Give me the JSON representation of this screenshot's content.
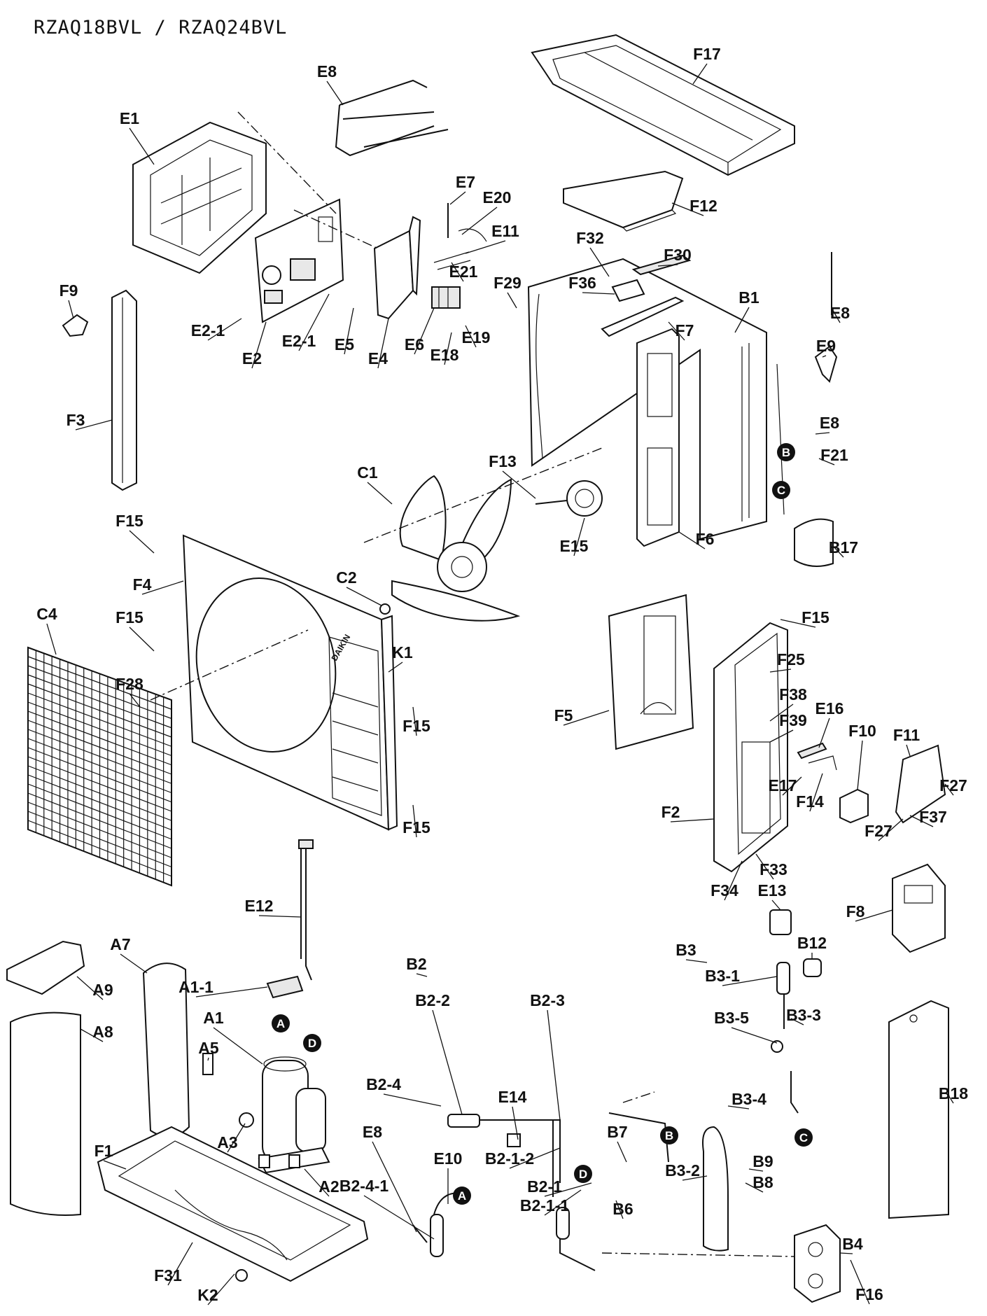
{
  "title": "RZAQ18BVL / RZAQ24BVL",
  "brand": "DAIKIN",
  "labels": {
    "E1": "E1",
    "E2": "E2",
    "E2_1a": "E2-1",
    "E2_1b": "E2-1",
    "E4": "E4",
    "E5": "E5",
    "E6": "E6",
    "E7": "E7",
    "E8a": "E8",
    "E8b": "E8",
    "E8c": "E8",
    "E8d": "E8",
    "E9": "E9",
    "E10": "E10",
    "E11": "E11",
    "E12": "E12",
    "E13": "E13",
    "E14": "E14",
    "E15": "E15",
    "E16": "E16",
    "E17": "E17",
    "E18": "E18",
    "E19": "E19",
    "E20": "E20",
    "E21": "E21",
    "F1": "F1",
    "F2": "F2",
    "F3": "F3",
    "F4": "F4",
    "F5": "F5",
    "F6": "F6",
    "F7": "F7",
    "F8": "F8",
    "F9": "F9",
    "F10": "F10",
    "F11": "F11",
    "F12": "F12",
    "F13": "F13",
    "F14": "F14",
    "F15a": "F15",
    "F15b": "F15",
    "F15c": "F15",
    "F15d": "F15",
    "F15e": "F15",
    "F16": "F16",
    "F17": "F17",
    "F21": "F21",
    "F25": "F25",
    "F27a": "F27",
    "F27b": "F27",
    "F28": "F28",
    "F29": "F29",
    "F30": "F30",
    "F31": "F31",
    "F32": "F32",
    "F33": "F33",
    "F34": "F34",
    "F36": "F36",
    "F37": "F37",
    "F38": "F38",
    "F39": "F39",
    "C1": "C1",
    "C2": "C2",
    "C4": "C4",
    "K1": "K1",
    "K2": "K2",
    "B1": "B1",
    "B2": "B2",
    "B2_1": "B2-1",
    "B2_1_1": "B2-1-1",
    "B2_1_2": "B2-1-2",
    "B2_2": "B2-2",
    "B2_3": "B2-3",
    "B2_4": "B2-4",
    "B2_4_1": "B2-4-1",
    "B3": "B3",
    "B3_1": "B3-1",
    "B3_2": "B3-2",
    "B3_3": "B3-3",
    "B3_4": "B3-4",
    "B3_5": "B3-5",
    "B4": "B4",
    "B6": "B6",
    "B7": "B7",
    "B8": "B8",
    "B9": "B9",
    "B12": "B12",
    "B17": "B17",
    "B18": "B18",
    "A1": "A1",
    "A1_1": "A1-1",
    "A2": "A2",
    "A3": "A3",
    "A5": "A5",
    "A7": "A7",
    "A8": "A8",
    "A9": "A9"
  },
  "markers": {
    "A": "A",
    "B": "B",
    "C": "C",
    "D": "D"
  }
}
